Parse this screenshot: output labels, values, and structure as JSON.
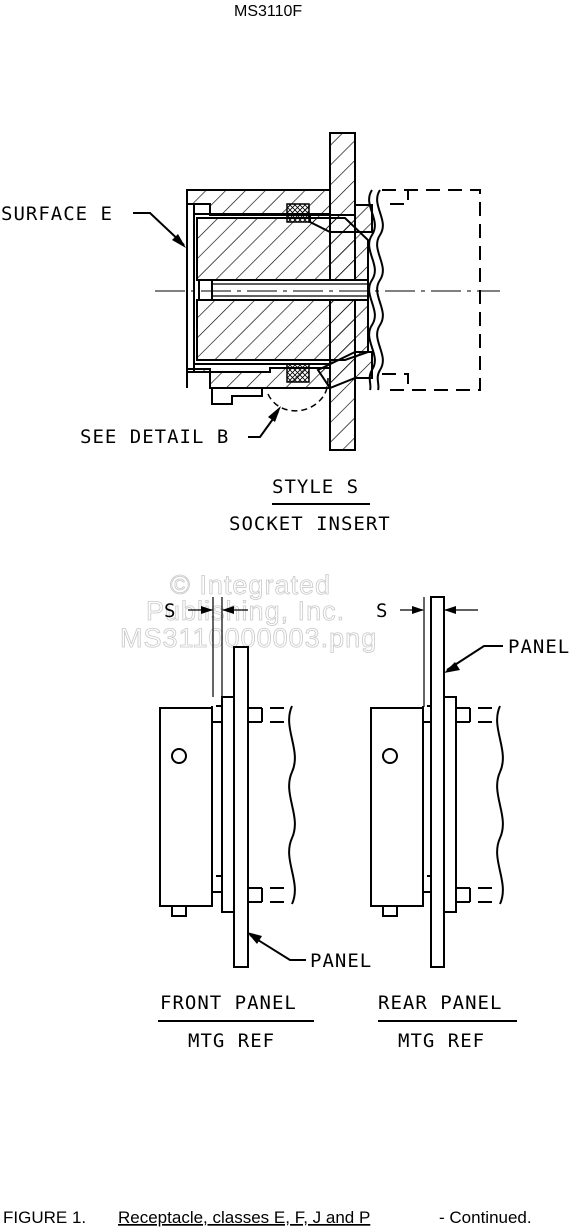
{
  "header": {
    "doc_number": "MS3110F"
  },
  "detail_top": {
    "surface_label": "SURFACE E",
    "detail_label": "SEE DETAIL B",
    "style_label": "STYLE S",
    "insert_label": "SOCKET INSERT"
  },
  "watermark": {
    "line1": "© Integrated",
    "line2": "Publishing, Inc.",
    "line3": "MS3110000003.png"
  },
  "mount_front": {
    "dim_label": "S",
    "panel_label": "PANEL",
    "title": "FRONT PANEL",
    "subtitle": "MTG REF"
  },
  "mount_rear": {
    "dim_label": "S",
    "panel_label": "PANEL",
    "title": "REAR PANEL",
    "subtitle": "MTG REF"
  },
  "caption": {
    "prefix": "FIGURE 1.",
    "title": "Receptacle, classes E, F, J and P",
    "suffix": "- Continued."
  }
}
